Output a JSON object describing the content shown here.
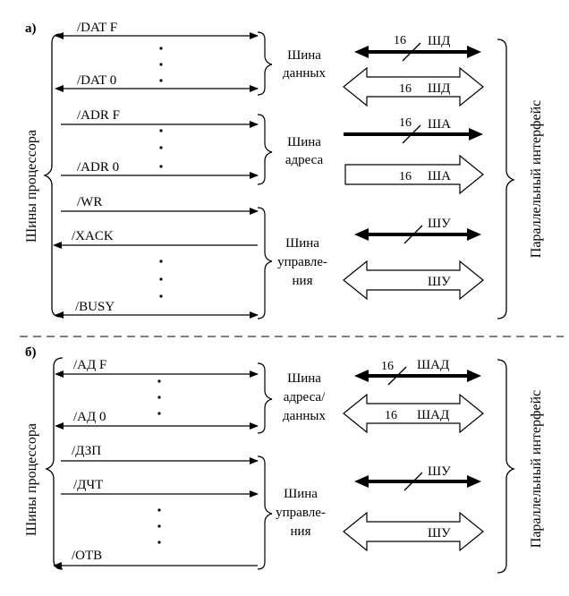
{
  "panel_a": {
    "label": "а)",
    "side_left": "Шины процессора",
    "side_right": "Параллельный интерфейс",
    "signals": [
      "/DAT F",
      "/DAT 0",
      "/ADR F",
      "/ADR 0",
      "/WR",
      "/XACK",
      "/BUSY"
    ],
    "groups": [
      {
        "lines": [
          "Шина",
          "данных"
        ]
      },
      {
        "lines": [
          "Шина",
          "адреса"
        ]
      },
      {
        "lines": [
          "Шина",
          "управле-",
          "ния"
        ]
      }
    ],
    "bus_labels": {
      "data_thin_num": "16",
      "data_thin": "ШД",
      "data_wide_num": "16",
      "data_wide": "ШД",
      "addr_thin_num": "16",
      "addr_thin": "ША",
      "addr_wide_num": "16",
      "addr_wide": "ША",
      "ctrl_thin": "ШУ",
      "ctrl_wide": "ШУ"
    }
  },
  "panel_b": {
    "label": "б)",
    "side_left": "Шины процессора",
    "side_right": "Параллельный интерфейс",
    "signals": [
      "/АД F",
      "/АД 0",
      "/ДЗП",
      "/ДЧТ",
      "/ОТВ"
    ],
    "groups": [
      {
        "lines": [
          "Шина",
          "адреса/",
          "данных"
        ]
      },
      {
        "lines": [
          "Шина",
          "управле-",
          "ния"
        ]
      }
    ],
    "bus_labels": {
      "ad_thin_num": "16",
      "ad_thin": "ШАД",
      "ad_wide_num": "16",
      "ad_wide": "ШАД",
      "ctrl_thin": "ШУ",
      "ctrl_wide": "ШУ"
    }
  }
}
